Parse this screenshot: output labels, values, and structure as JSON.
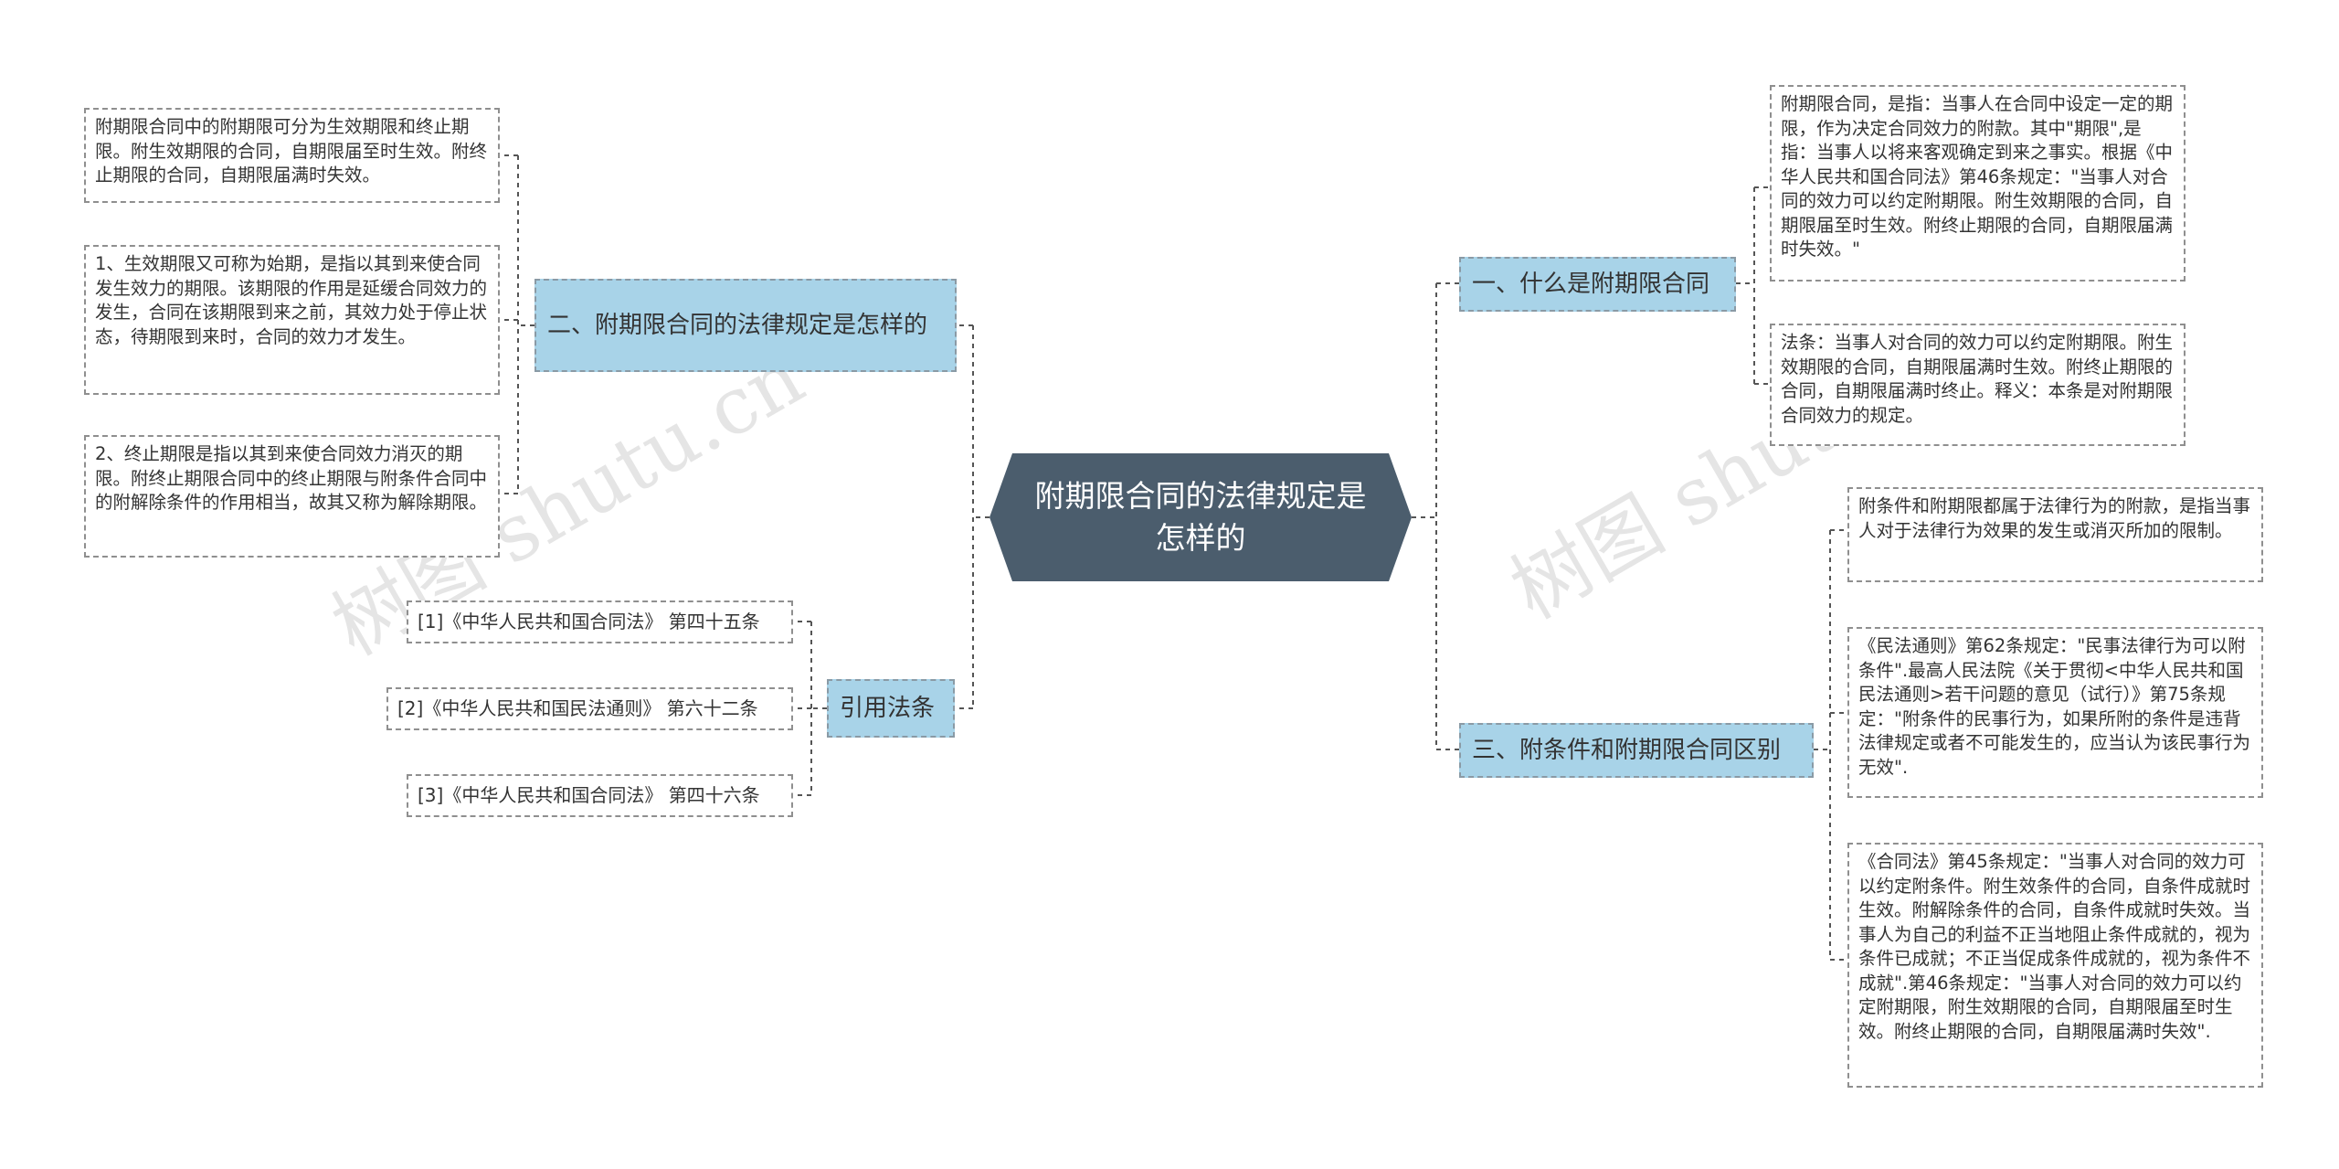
{
  "root": {
    "title": "附期限合同的法律规定是怎样的"
  },
  "branches": {
    "b1": {
      "label": "一、什么是附期限合同"
    },
    "b2": {
      "label": "二、附期限合同的法律规定是怎样的"
    },
    "b3": {
      "label": "三、附条件和附期限合同区别"
    },
    "b4": {
      "label": "引用法条"
    }
  },
  "leaves": {
    "b1_1": "附期限合同，是指：当事人在合同中设定一定的期限，作为决定合同效力的附款。其中\"期限\",是指：当事人以将来客观确定到来之事实。根据《中华人民共和国合同法》第46条规定：\"当事人对合同的效力可以约定附期限。附生效期限的合同，自期限届至时生效。附终止期限的合同，自期限届满时失效。\"",
    "b1_2": "法条：当事人对合同的效力可以约定附期限。附生效期限的合同，自期限届满时生效。附终止期限的合同，自期限届满时终止。释义：本条是对附期限合同效力的规定。",
    "b2_1": "附期限合同中的附期限可分为生效期限和终止期限。附生效期限的合同，自期限届至时生效。附终止期限的合同，自期限届满时失效。",
    "b2_2": "1、生效期限又可称为始期，是指以其到来使合同发生效力的期限。该期限的作用是延缓合同效力的发生，合同在该期限到来之前，其效力处于停止状态，待期限到来时，合同的效力才发生。",
    "b2_3": "2、终止期限是指以其到来使合同效力消灭的期限。附终止期限合同中的终止期限与附条件合同中的附解除条件的作用相当，故其又称为解除期限。",
    "b3_1": "附条件和附期限都属于法律行为的附款，是指当事人对于法律行为效果的发生或消灭所加的限制。",
    "b3_2": "《民法通则》第62条规定：\"民事法律行为可以附条件\".最高人民法院《关于贯彻<中华人民共和国民法通则>若干问题的意见（试行）》第75条规定：\"附条件的民事行为，如果所附的条件是违背法律规定或者不可能发生的，应当认为该民事行为无效\".",
    "b3_3": "《合同法》第45条规定：\"当事人对合同的效力可以约定附条件。附生效条件的合同，自条件成就时生效。附解除条件的合同，自条件成就时失效。当事人为自己的利益不正当地阻止条件成就的，视为条件已成就；不正当促成条件成就的，视为条件不成就\".第46条规定：\"当事人对合同的效力可以约定附期限，附生效期限的合同，自期限届至时生效。附终止期限的合同，自期限届满时失效\".",
    "b4_1": "[1]《中华人民共和国合同法》 第四十五条",
    "b4_2": "[2]《中华人民共和国民法通则》 第六十二条",
    "b4_3": "[3]《中华人民共和国合同法》 第四十六条"
  },
  "watermark": {
    "text": "树图 shutu.cn"
  },
  "colors": {
    "root_bg": "#4b5d6d",
    "branch_bg": "#a8d3e8",
    "connector": "#555555"
  }
}
